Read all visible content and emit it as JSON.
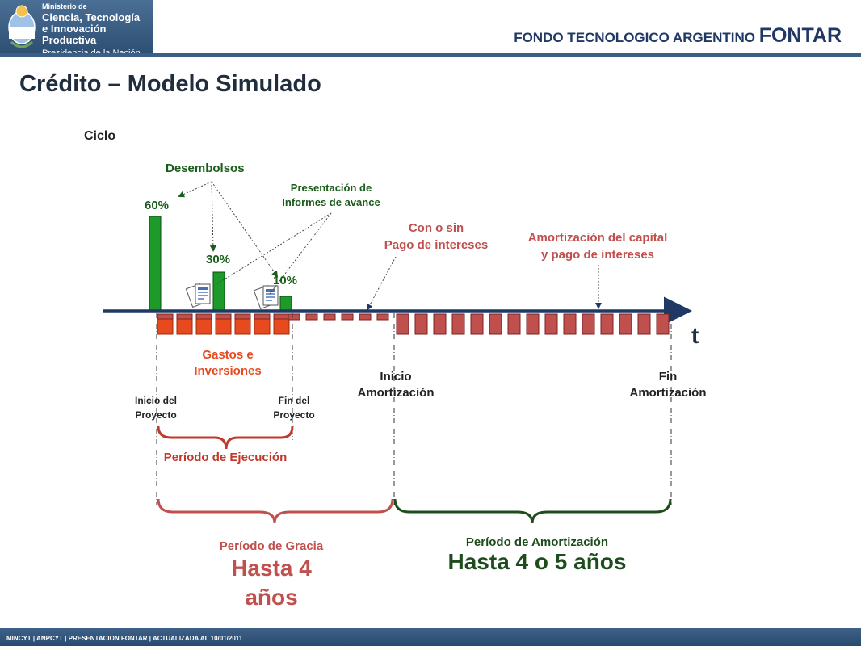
{
  "header": {
    "ministry": [
      "Ministerio de",
      "Ciencia, Tecnología",
      "e Innovación Productiva",
      "Presidencia de la Nación"
    ],
    "fontar_prefix": "FONDO TECNOLOGICO ARGENTINO",
    "fontar_name": "FONTAR"
  },
  "title": "Crédito – Modelo Simulado",
  "diagram": {
    "ciclo": "Ciclo",
    "desembolsos": "Desembolsos",
    "pct_60": "60%",
    "pct_30": "30%",
    "pct_10": "10%",
    "informes_1": "Presentación de",
    "informes_2": "Informes de avance",
    "con_sin_1": "Con o sin",
    "con_sin_2": "Pago de intereses",
    "amort_cap_1": "Amortización del capital",
    "amort_cap_2": "y pago de intereses",
    "t": "t",
    "gastos_1": "Gastos e",
    "gastos_2": "Inversiones",
    "inicio_amort_1": "Inicio",
    "inicio_amort_2": "Amortización",
    "fin_amort_1": "Fin",
    "fin_amort_2": "Amortización",
    "inicio_proy_1": "Inicio del",
    "inicio_proy_2": "Proyecto",
    "fin_proy_1": "Fin del",
    "fin_proy_2": "Proyecto",
    "periodo_ejecucion": "Período de Ejecución",
    "periodo_gracia": "Período de Gracia",
    "gracia_1": "Hasta 4",
    "gracia_2": "años",
    "periodo_amortizacion": "Período de Amortización",
    "amortizacion_duracion": "Hasta 4 o 5 años",
    "colors": {
      "green": "#1e9a2b",
      "red_orange": "#e84a1f",
      "brick": "#c0504d",
      "dark_green": "#1d4d1d",
      "navy": "#1f3864"
    }
  },
  "footer": "MINCYT | ANPCYT | PRESENTACION FONTAR | ACTUALIZADA AL 10/01/2011"
}
